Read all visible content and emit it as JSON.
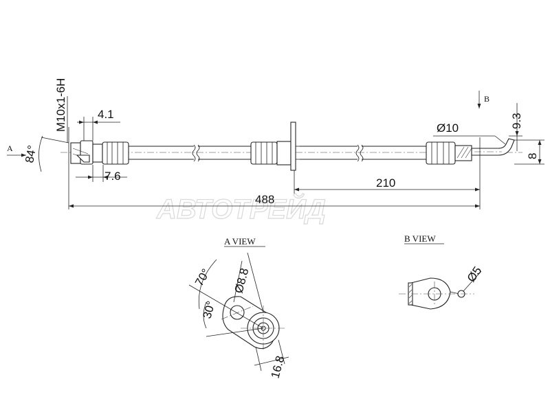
{
  "watermark": "АВТОТРЕЙД",
  "labels": {
    "thread": "M10x1-6H",
    "dim_4_1": "4.1",
    "dim_7_6": "7.6",
    "dim_84": "84°",
    "dim_488": "488",
    "dim_210": "210",
    "dim_d10": "Ø10",
    "dim_9_3": "9.3",
    "dim_8": "8",
    "arrow_a": "A",
    "arrow_b": "B",
    "a_view": "A VIEW",
    "b_view": "B VIEW",
    "a_70": "70°",
    "a_30": "30°",
    "a_d8": "Ø8.8",
    "a_16_8": "16.8",
    "b_d5": "Ø5"
  }
}
